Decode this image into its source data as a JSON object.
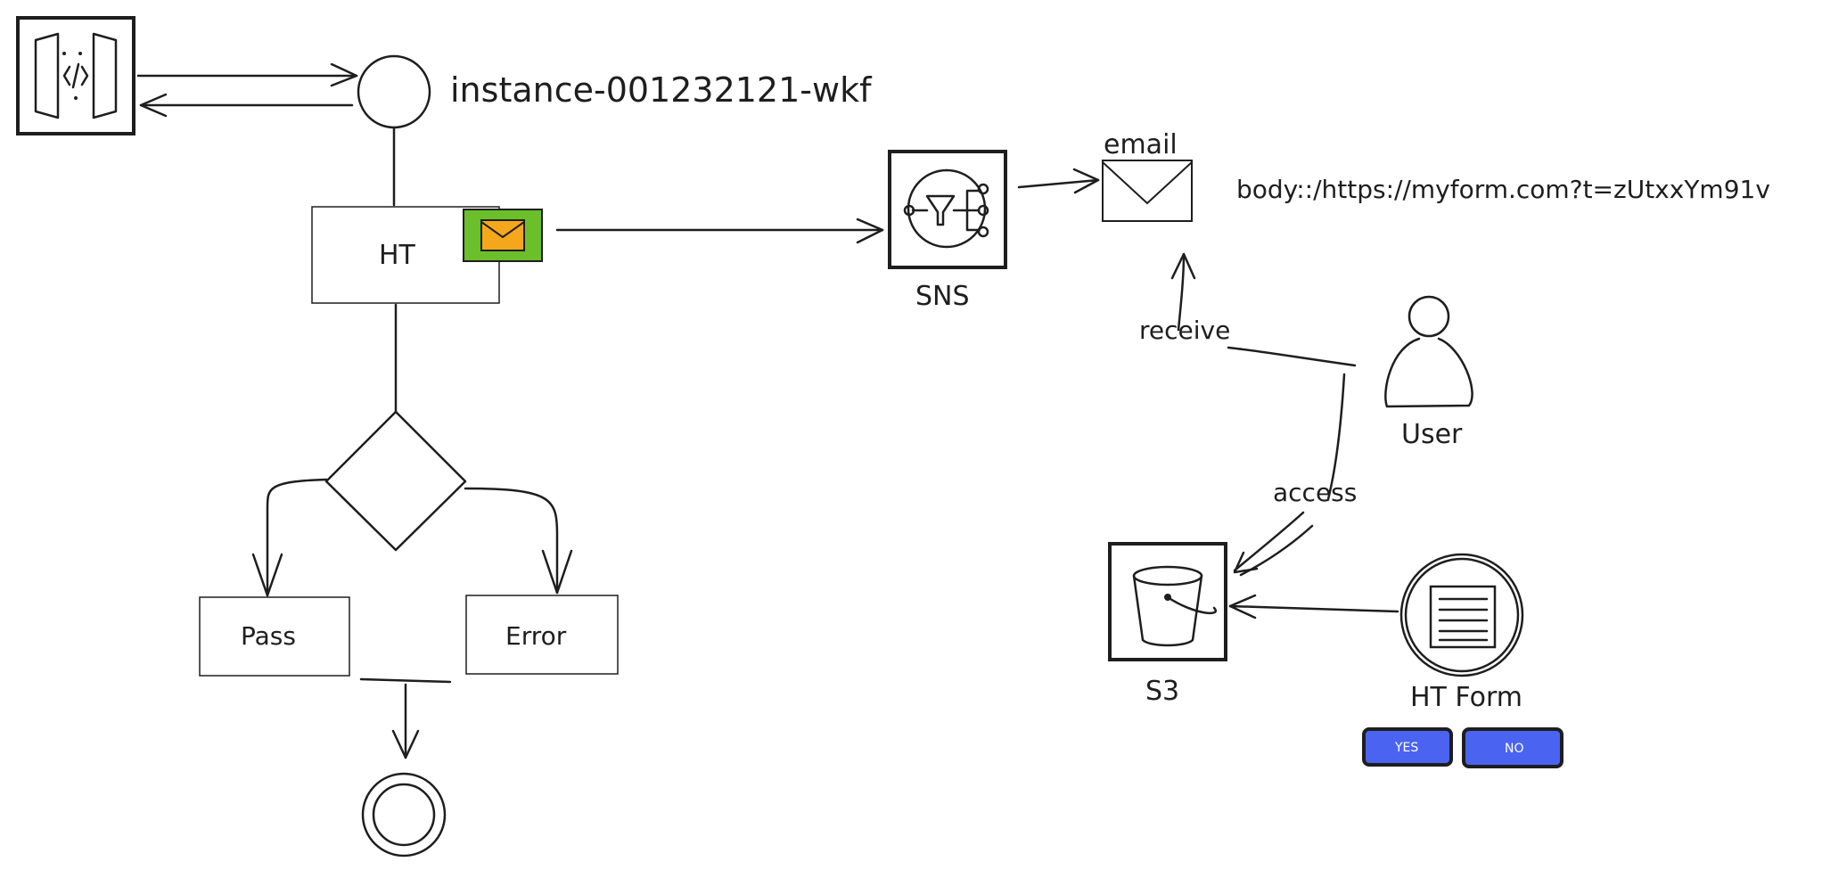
{
  "nodes": {
    "instance_label": "instance-001232121-wkf",
    "ht_task": "HT",
    "pass": "Pass",
    "error": "Error",
    "sns": "SNS",
    "email": "email",
    "email_body": "body::/https://myform.com?t=zUtxxYm91v",
    "user": "User",
    "s3": "S3",
    "ht_form": "HT Form"
  },
  "edges": {
    "receive": "receive",
    "access": "access"
  },
  "buttons": {
    "yes": "YES",
    "no": "NO"
  },
  "colors": {
    "api_gateway_fill": "#d0c7ff",
    "sns_fill": "#f4b8cf",
    "s3_fill": "#b8e6c2",
    "mail_badge_bg": "#6bbf2a",
    "mail_envelope": "#f5a71c",
    "button_fill": "#4a63f0"
  },
  "icons": {
    "gateway": "api-gateway-icon",
    "sns": "sns-topic-icon",
    "email": "envelope-icon",
    "user": "user-icon",
    "s3": "s3-bucket-icon",
    "form": "document-icon"
  }
}
